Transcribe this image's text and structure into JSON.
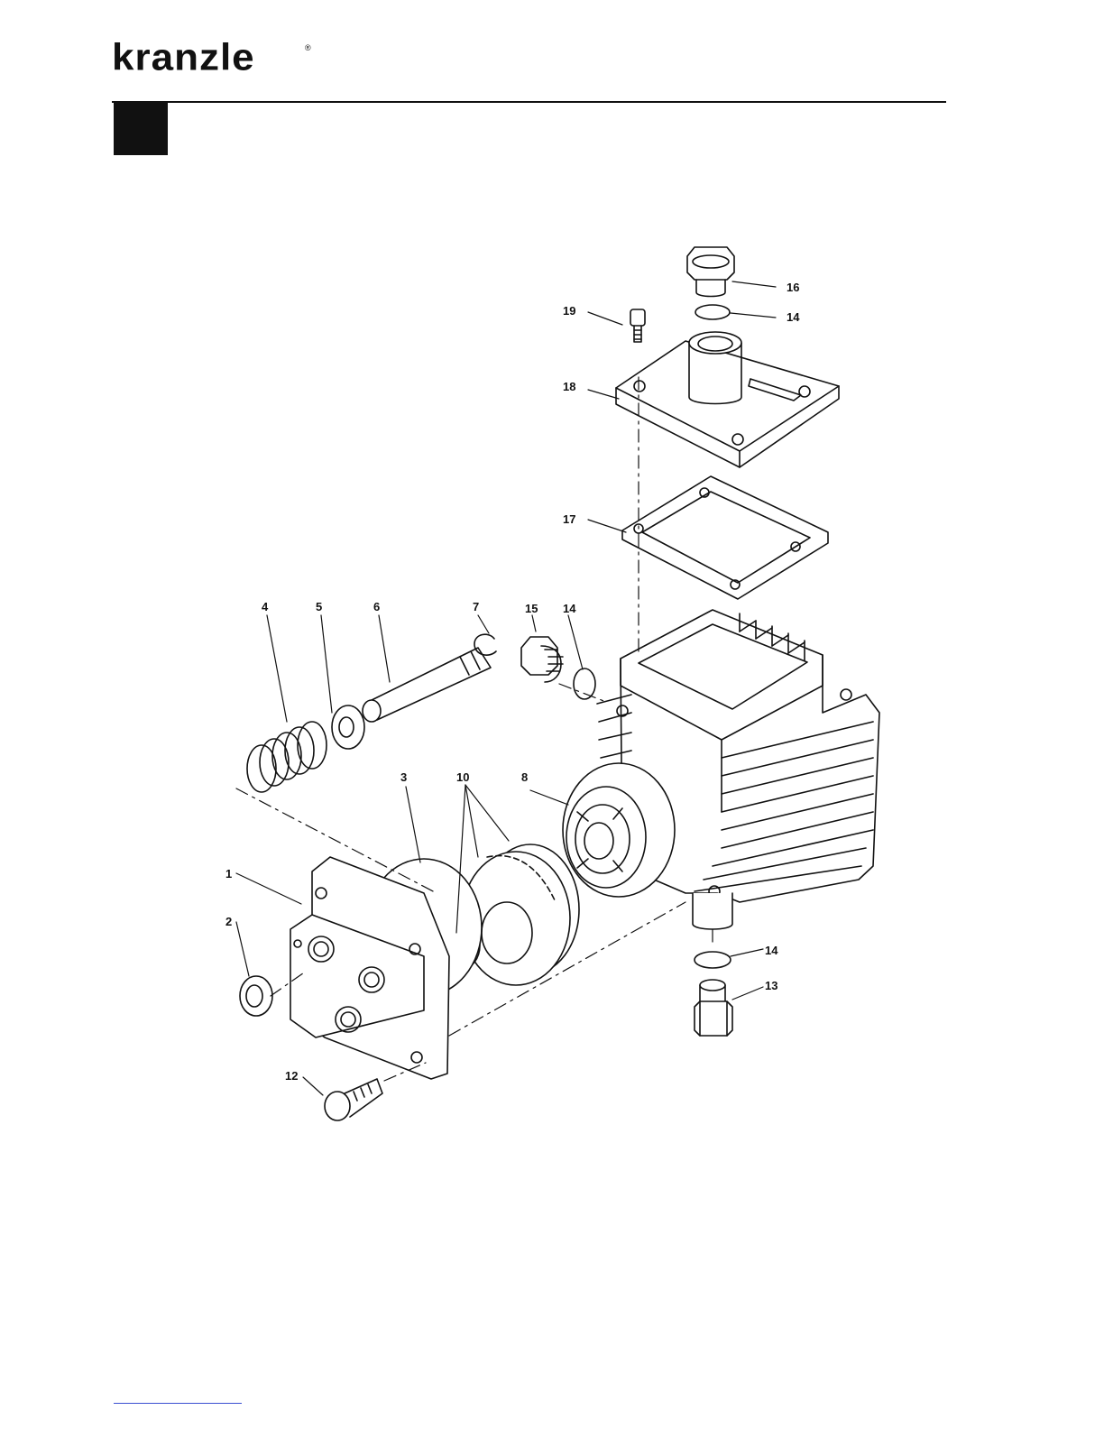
{
  "brand": {
    "name": "kranzle",
    "mark": "®"
  },
  "callouts": {
    "c1": "1",
    "c2": "2",
    "c3": "3",
    "c4": "4",
    "c5": "5",
    "c6": "6",
    "c7": "7",
    "c8": "8",
    "c10": "10",
    "c12": "12",
    "c13": "13",
    "c14a": "14",
    "c14b": "14",
    "c14c": "14",
    "c15": "15",
    "c16": "16",
    "c17": "17",
    "c18": "18",
    "c19": "19"
  }
}
